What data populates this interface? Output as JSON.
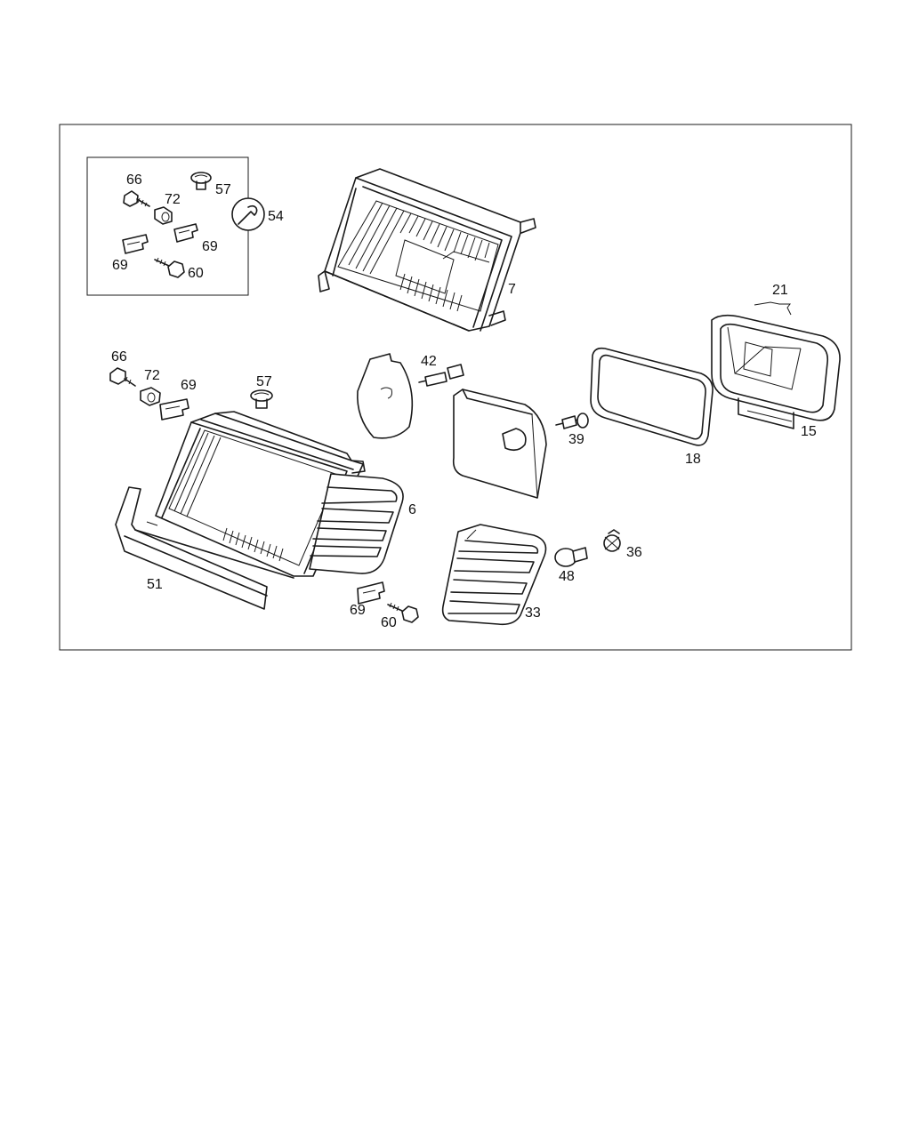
{
  "callouts": {
    "inset_66": "66",
    "inset_57": "57",
    "inset_72": "72",
    "inset_54": "54",
    "inset_69_right": "69",
    "inset_69_left": "69",
    "inset_60": "60",
    "headlamp_7": "7",
    "wire_21": "21",
    "screw_66": "66",
    "rubber_72": "72",
    "clip_69": "69",
    "nut_57": "57",
    "bulb_42": "42",
    "cap_6": "6",
    "bulb_39": "39",
    "gasket_18": "18",
    "housing_15": "15",
    "bracket_51": "51",
    "lens_33": "33",
    "bulb_48": "48",
    "socket_36": "36",
    "clip_69_lower": "69",
    "screw_60_lower": "60"
  },
  "colors": {
    "line": "#1a1a1a",
    "paper": "#ffffff"
  }
}
